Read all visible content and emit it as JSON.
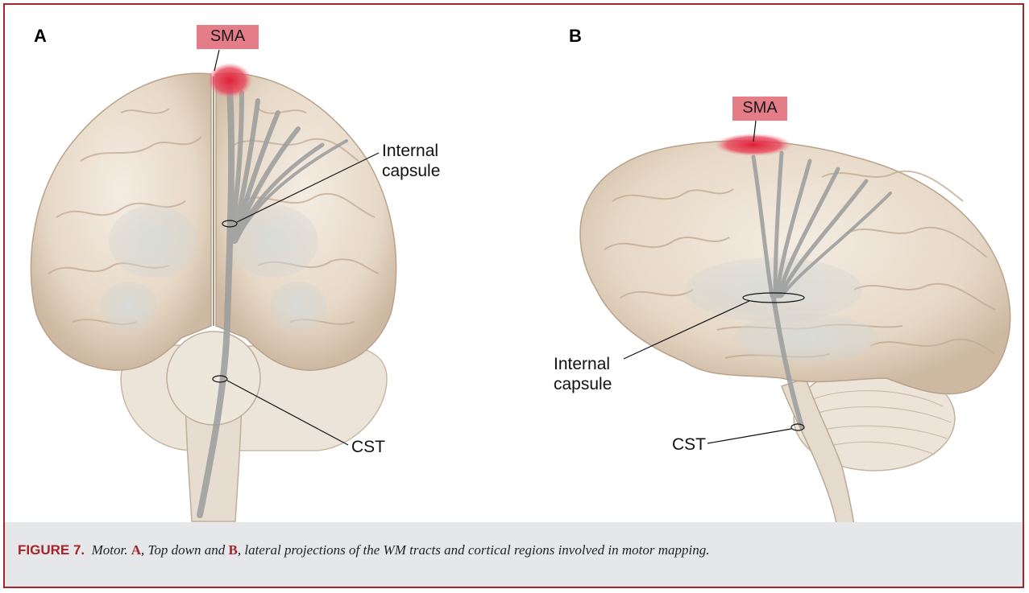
{
  "panels": {
    "a": {
      "letter": "A",
      "sma_label": "SMA",
      "internal_capsule_line1": "Internal",
      "internal_capsule_line2": "capsule",
      "cst_label": "CST"
    },
    "b": {
      "letter": "B",
      "sma_label": "SMA",
      "internal_capsule_line1": "Internal",
      "internal_capsule_line2": "capsule",
      "cst_label": "CST"
    }
  },
  "caption": {
    "figure_label": "FIGURE 7.",
    "part1": "Motor. ",
    "ref_a": "A",
    "part2": ", Top down and ",
    "ref_b": "B",
    "part3": ", lateral projections of the WM tracts and cortical regions involved in motor mapping."
  },
  "colors": {
    "border": "#a3252b",
    "sma_highlight": "#e57d88",
    "brain_fill": "#e8dccd",
    "tract": "#9a9c9c",
    "caption_bg": "#e6e7e8"
  }
}
